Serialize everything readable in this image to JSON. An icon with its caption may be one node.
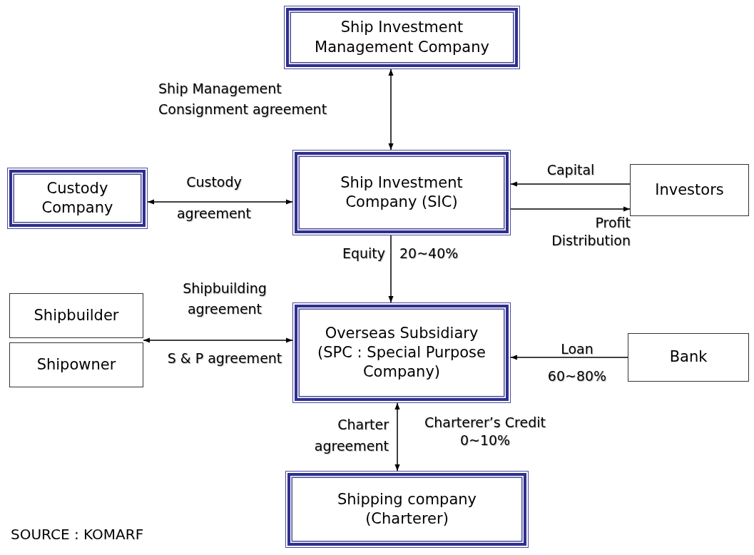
{
  "diagram": {
    "nodes": [
      {
        "text": [
          "Ship Investment Management Company"
        ]
      },
      {
        "text": [
          "Ship Investment Company (SIC)"
        ]
      },
      {
        "text": [
          "Custody Company"
        ]
      },
      {
        "text": [
          "Investors"
        ]
      },
      {
        "text": [
          "Shipbuilder"
        ]
      },
      {
        "text": [
          "Shipowner"
        ]
      },
      {
        "text": [
          "Overseas Subsidiary (SPC : Special Purpose Company)"
        ]
      },
      {
        "text": [
          "Bank"
        ]
      },
      {
        "text": [
          "Shipping company (Charterer)"
        ]
      }
    ],
    "edges": [
      {
        "from": 0,
        "to": 1,
        "arrow": "both",
        "label": "Ship Management Consignment agreement"
      },
      {
        "from": 2,
        "to": 1,
        "arrow": "both",
        "label": "Custody agreement"
      },
      {
        "from": 3,
        "to": 1,
        "arrow": "to",
        "label": "Capital"
      },
      {
        "from": 1,
        "to": 3,
        "arrow": "to",
        "label": "Profit Distribution"
      },
      {
        "from": 1,
        "to": 6,
        "arrow": "to",
        "label": "Equity"
      },
      {
        "from": 4,
        "to": 6,
        "arrow": "both",
        "label": "Shipbuilding agreement"
      },
      {
        "from": 5,
        "to": 6,
        "arrow": "both",
        "label": "S & P agreement"
      },
      {
        "from": 7,
        "to": 6,
        "arrow": "to",
        "label": "Loan 60~80%"
      },
      {
        "from": 6,
        "to": 8,
        "arrow": "both",
        "label": "Charter agreement"
      }
    ],
    "labels": [
      "20~40%",
      "Charterer’s Credit 0~10%",
      "SOURCE : KOMARF"
    ]
  }
}
